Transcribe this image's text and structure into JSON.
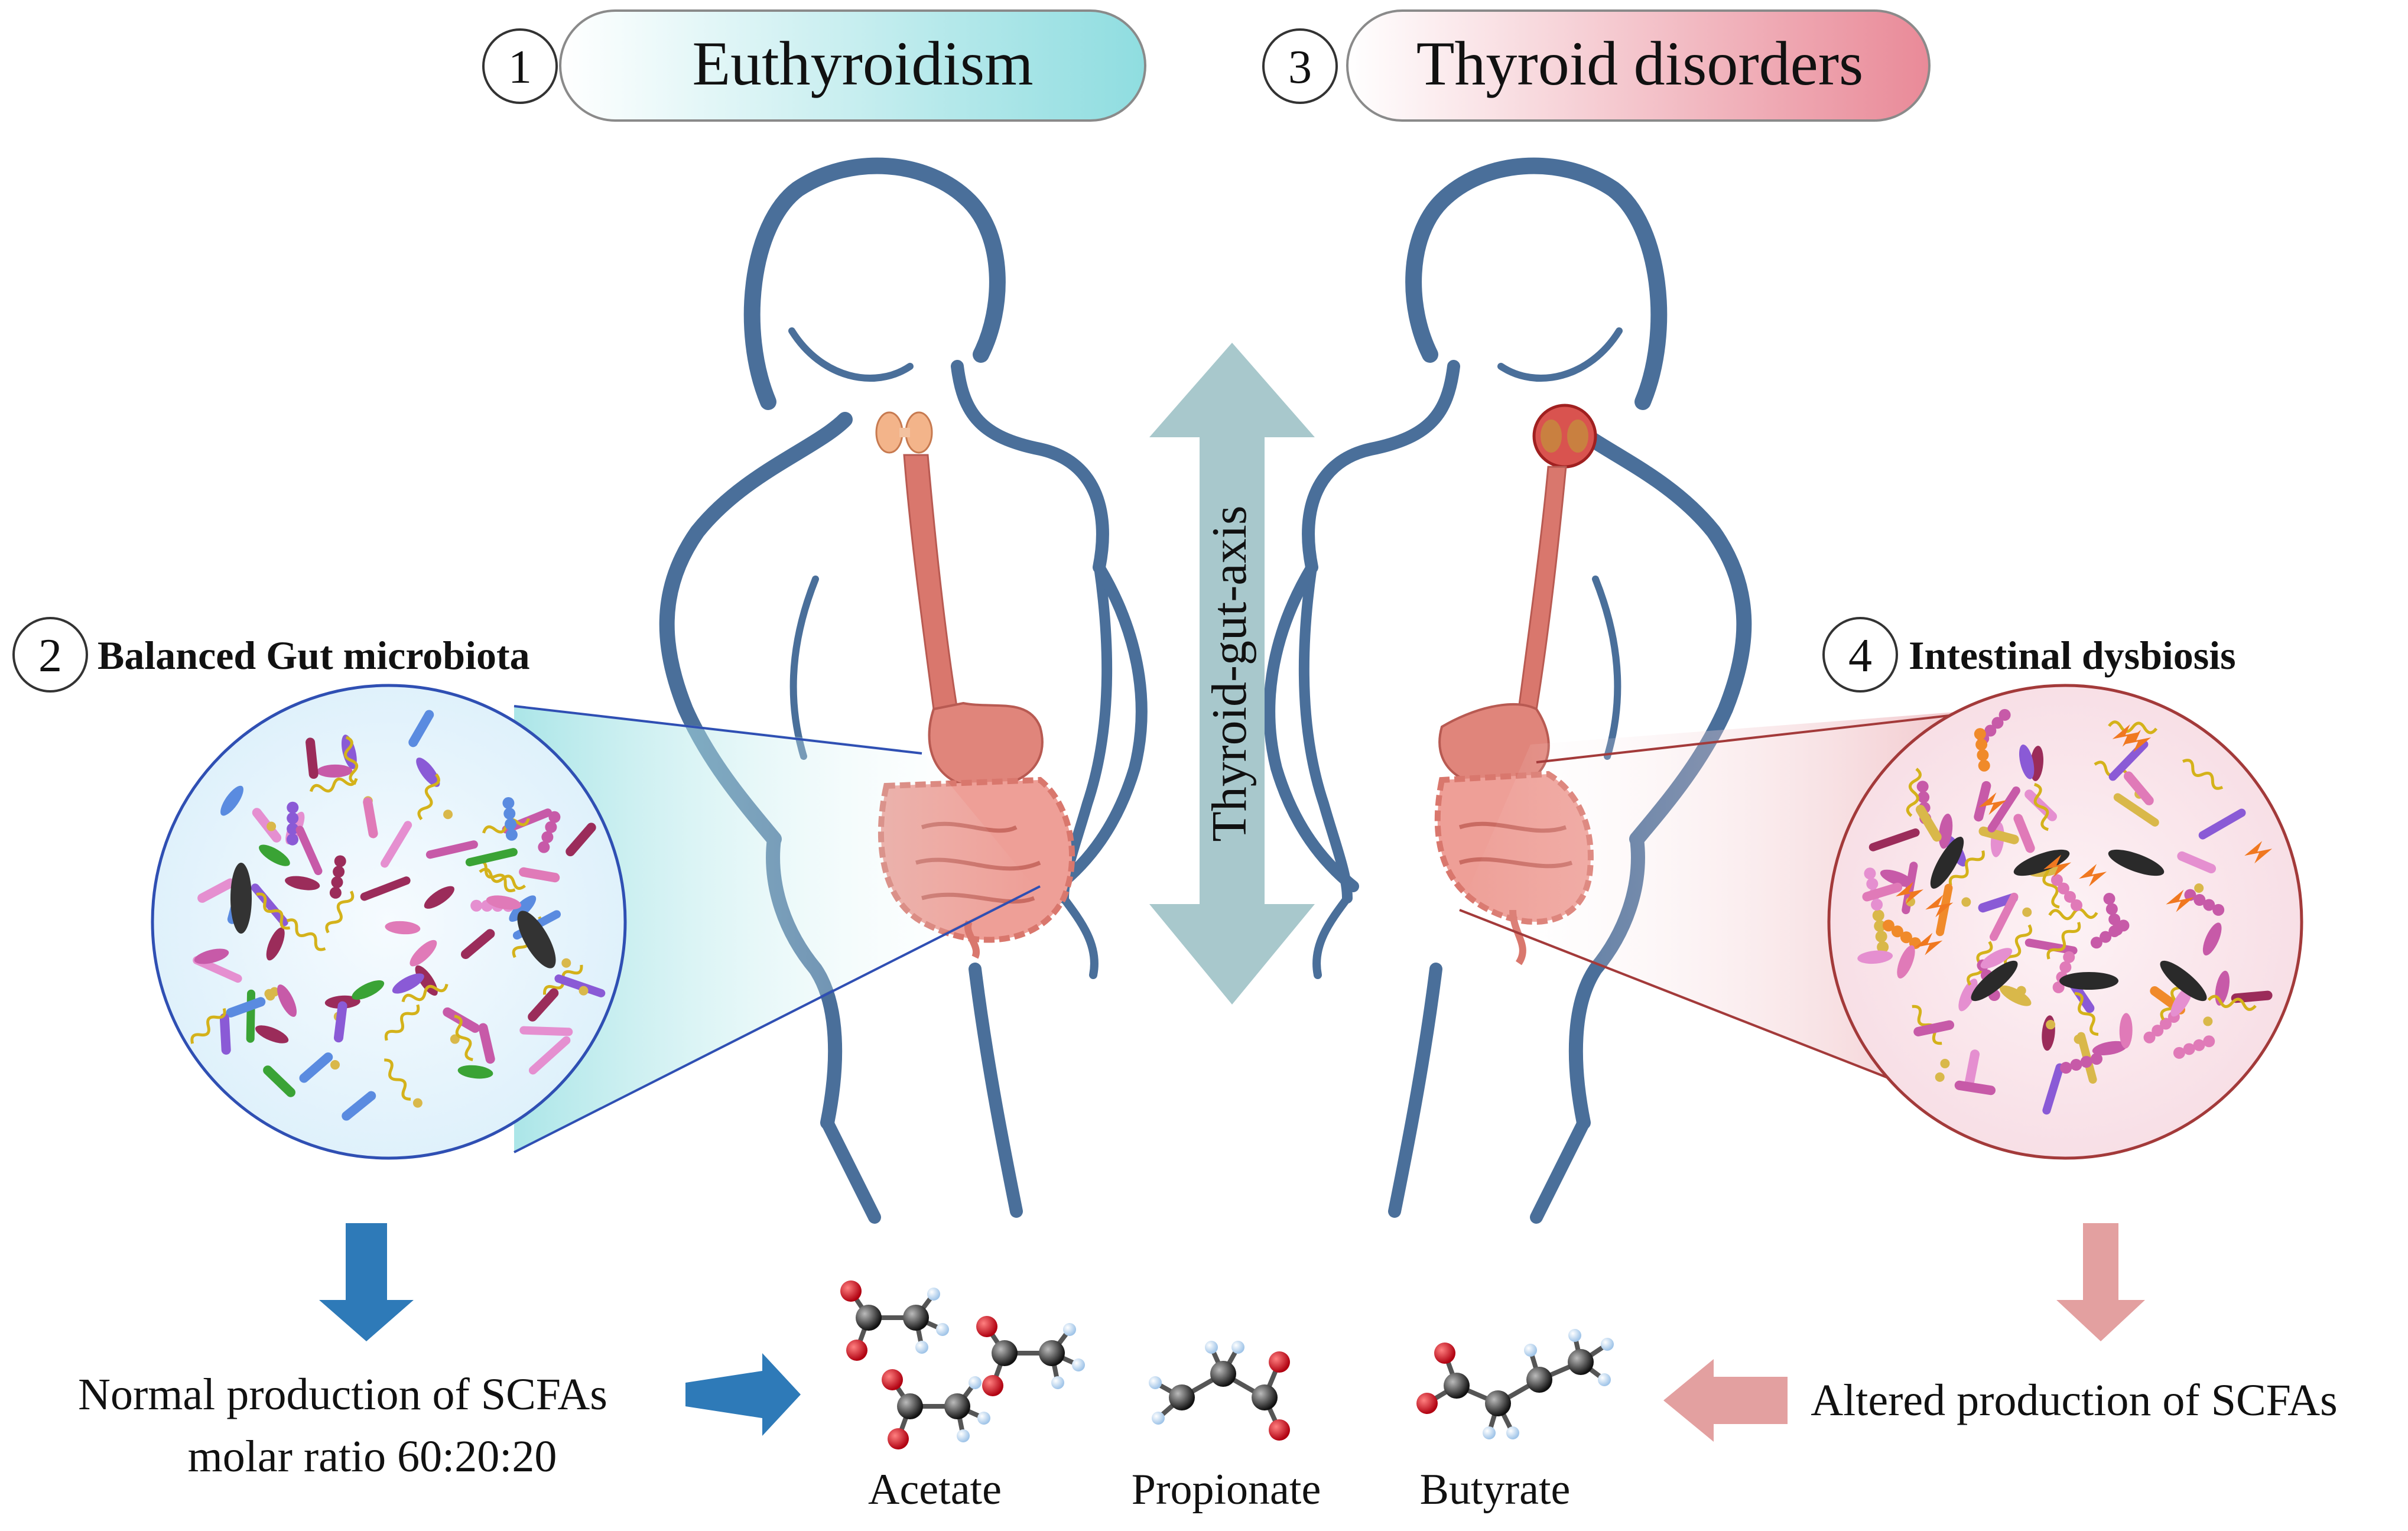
{
  "sections": [
    {
      "number": "1",
      "title": "Euthyroidism"
    },
    {
      "number": "2",
      "title": "Balanced Gut microbiota"
    },
    {
      "number": "3",
      "title": "Thyroid disorders"
    },
    {
      "number": "4",
      "title": "Intestinal dysbiosis"
    }
  ],
  "axis_label": "Thyroid-gut-axis",
  "left_output": {
    "line1": "Normal production of SCFAs",
    "line2": "molar ratio 60:20:20"
  },
  "right_output": {
    "line1": "Altered production of SCFAs"
  },
  "molecules": [
    "Acetate",
    "Propionate",
    "Butyrate"
  ],
  "colors": {
    "body_outline": "#4a6f9a",
    "esophagus": "#d9776d",
    "intestine": "#e8847a",
    "healthy_accent": "#8fdde0",
    "disorder_accent": "#e98a98",
    "left_arrow": "#2e7ab8",
    "right_arrow": "#e3a0a0",
    "axis_arrow": "#a8c8cc",
    "zoom_left_line": "#2f4fb3",
    "zoom_right_line": "#a33a3a"
  }
}
